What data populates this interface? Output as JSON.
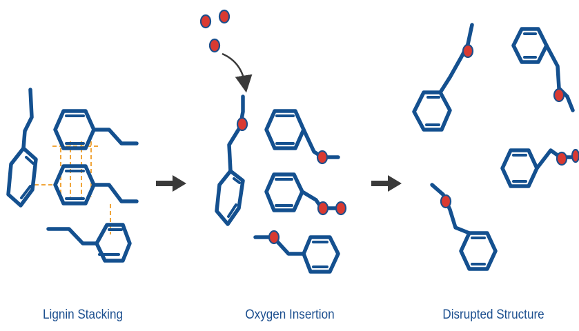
{
  "panels": [
    {
      "caption": "Lignin Stacking"
    },
    {
      "caption": "Oxygen Insertion"
    },
    {
      "caption": "Disrupted Structure"
    }
  ],
  "colors": {
    "bond": "#14508f",
    "oxygen": "#d93a32",
    "stacking": "#f0a53a",
    "arrow": "#3a3a3a",
    "caption": "#1c4f8f"
  }
}
